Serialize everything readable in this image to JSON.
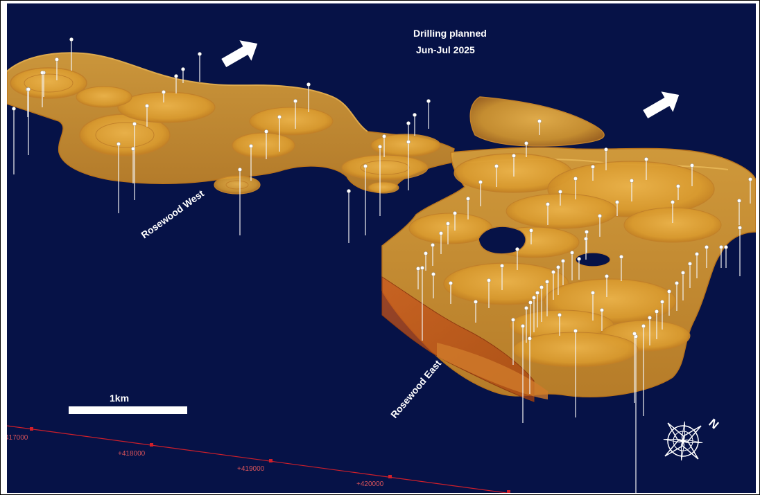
{
  "title": {
    "line1": "Drilling planned",
    "line2": "Jun-Jul 2025"
  },
  "areas": {
    "west": "Rosewood West",
    "east": "Rosewood East"
  },
  "scale_bar": {
    "label": "1km"
  },
  "north_label": "N",
  "coordinates": [
    "417000",
    "+418000",
    "+419000",
    "+420000"
  ],
  "icons": {
    "arrow": "planned-drilling-direction-arrow-icon",
    "compass": "north-compass-rose-icon"
  },
  "colors": {
    "background": "#061247",
    "orebody": "#d99a2e",
    "orebody_light": "#eab24a",
    "orebody_dark": "#b8731c",
    "drillhole": "#f2f2f2",
    "grid_line": "#d01f2a",
    "text": "#ffffff"
  }
}
